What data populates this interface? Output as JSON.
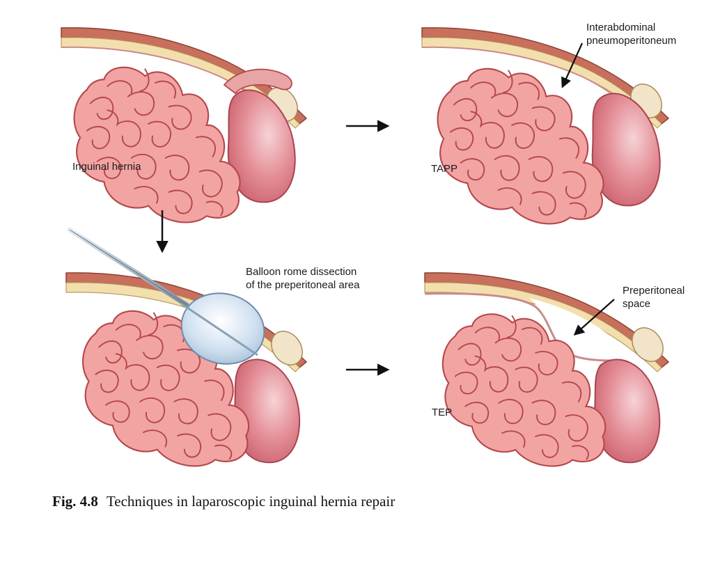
{
  "labels": {
    "inguinal_hernia": "Inguinal hernia",
    "tapp": "TAPP",
    "interabdominal_line1": "Interabdominal",
    "interabdominal_line2": "pneumoperitoneum",
    "balloon_line1": "Balloon rome dissection",
    "balloon_line2": "of the preperitoneal area",
    "tep": "TEP",
    "preperitoneal_line1": "Preperitoneal",
    "preperitoneal_line2": "space"
  },
  "caption": {
    "number": "Fig. 4.8",
    "text": "Techniques in laparoscopic inguinal hernia repair"
  },
  "colors": {
    "muscle": "#c9705c",
    "muscle_light": "#e8a592",
    "fat": "#f3dfae",
    "bowel": "#f2a4a2",
    "bowel_outline": "#b5484c",
    "sac": "#dd7a84",
    "balloon": "#c9dcee",
    "instrument": "#8fa3b4"
  }
}
